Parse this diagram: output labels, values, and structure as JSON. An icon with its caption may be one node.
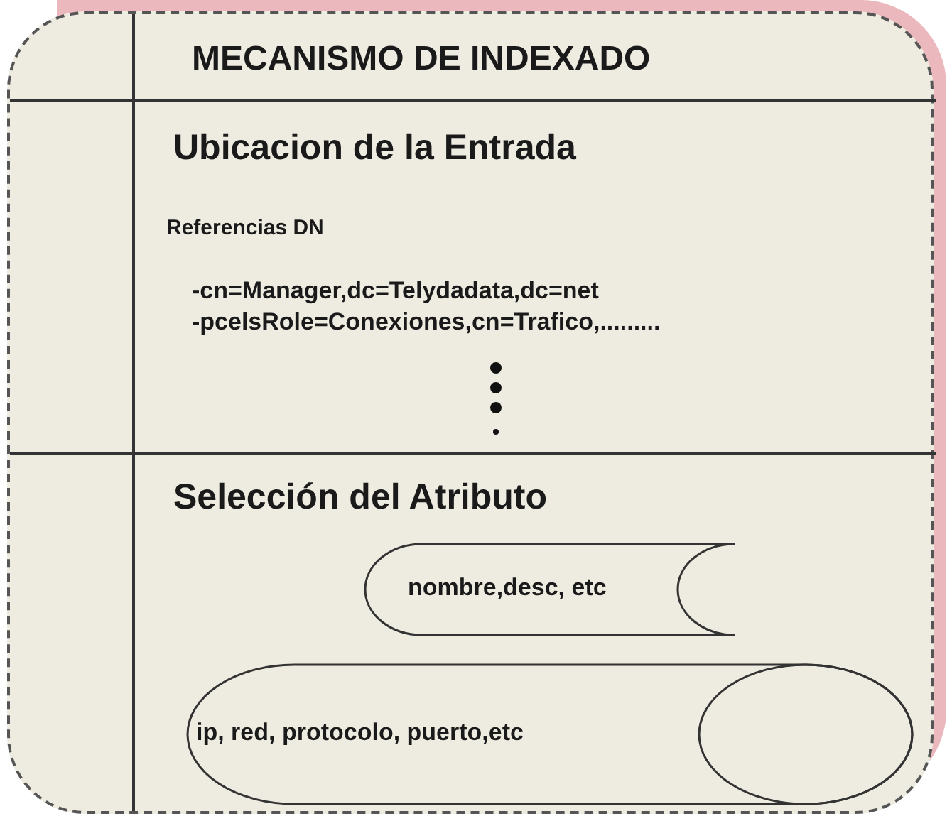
{
  "diagram": {
    "nodes": [
      {
        "text": [
          "MECANISMO DE INDEXADO"
        ]
      },
      {
        "text": [
          "Ubicacion de la Entrada",
          "Referencias DN",
          "-cn=Manager,dc=Telydadata,dc=net",
          "-pcelsRole=Conexiones,cn=Trafico,........."
        ],
        "in": 0
      },
      {
        "text": [
          "Selección del Atributo"
        ],
        "in": 0
      },
      {
        "text": [
          "nombre,desc, etc"
        ],
        "in": 2
      },
      {
        "text": [
          "ip, red, protocolo, puerto,etc"
        ],
        "in": 2
      }
    ]
  }
}
